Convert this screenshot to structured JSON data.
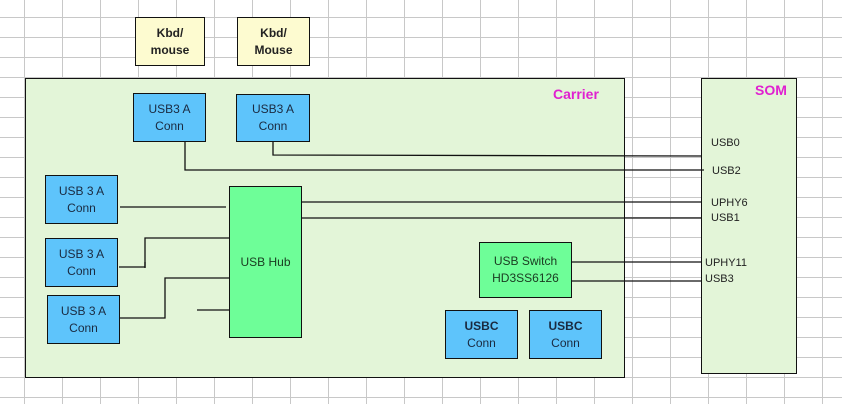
{
  "keyboards": [
    {
      "line1": "Kbd/",
      "line2": "mouse"
    },
    {
      "line1": "Kbd/",
      "line2": "Mouse"
    }
  ],
  "carrier": {
    "title": "Carrier",
    "top_connectors": [
      {
        "line1": "USB3 A",
        "line2": "Conn"
      },
      {
        "line1": "USB3 A",
        "line2": "Conn"
      }
    ],
    "left_connectors": [
      {
        "line1": "USB 3 A",
        "line2": "Conn"
      },
      {
        "line1": "USB 3 A",
        "line2": "Conn"
      },
      {
        "line1": "USB 3 A",
        "line2": "Conn"
      }
    ],
    "hub": {
      "label": "USB Hub"
    },
    "switch": {
      "line1": "USB Switch",
      "line2": "HD3SS6126"
    },
    "usbc_connectors": [
      {
        "line1": "USBC",
        "line2": "Conn"
      },
      {
        "line1": "USBC",
        "line2": "Conn"
      }
    ]
  },
  "som": {
    "title": "SOM",
    "pins": [
      "USB0",
      "USB2",
      "UPHY6",
      "USB1",
      "UPHY11",
      "USB3"
    ]
  },
  "colors": {
    "title_accent": "#e020d0",
    "connector_fill": "#5ec4fb",
    "hub_fill": "#6efe98",
    "board_fill": "#e3f5d8",
    "kbd_fill": "#fdfbd0"
  }
}
